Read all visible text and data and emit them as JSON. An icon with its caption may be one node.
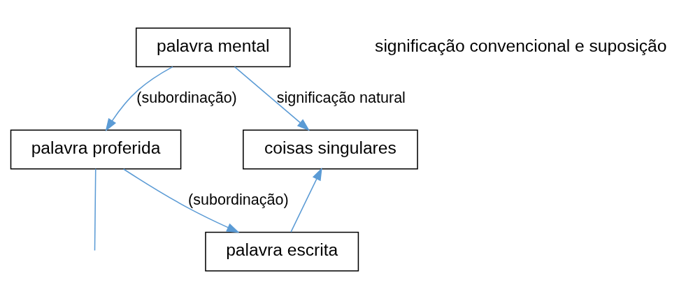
{
  "diagram": {
    "nodes": [
      {
        "text": [
          "palavra mental"
        ]
      },
      {
        "text": [
          "palavra proferida"
        ]
      },
      {
        "text": [
          "palavra escrita"
        ]
      },
      {
        "text": [
          "coisas singulares"
        ]
      }
    ],
    "edges": [
      {
        "from": 0,
        "to": 1,
        "arrow": "to",
        "label": "(subordinação)"
      },
      {
        "from": 1,
        "to": 2,
        "arrow": "to",
        "label": "(subordinação)"
      },
      {
        "from": 0,
        "to": 3,
        "arrow": "to",
        "label": "significação natural"
      },
      {
        "from": 1,
        "to": null,
        "arrow": "none"
      },
      {
        "from": 2,
        "to": 3,
        "arrow": "to"
      }
    ],
    "labels": [
      "significação convencional e suposição"
    ]
  }
}
